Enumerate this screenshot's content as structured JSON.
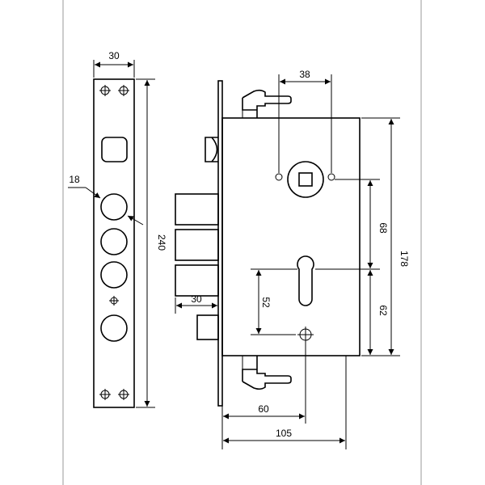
{
  "dimensions": {
    "faceplate_width": "30",
    "faceplate_height": "240",
    "hole_diameter": "18",
    "spindle_to_screw": "38",
    "spindle_to_cylinder": "68",
    "body_height": "178",
    "cylinder_to_screw": "52",
    "cylinder_to_bottom": "62",
    "bolt_throw": "30",
    "backset": "60",
    "body_depth": "105"
  }
}
